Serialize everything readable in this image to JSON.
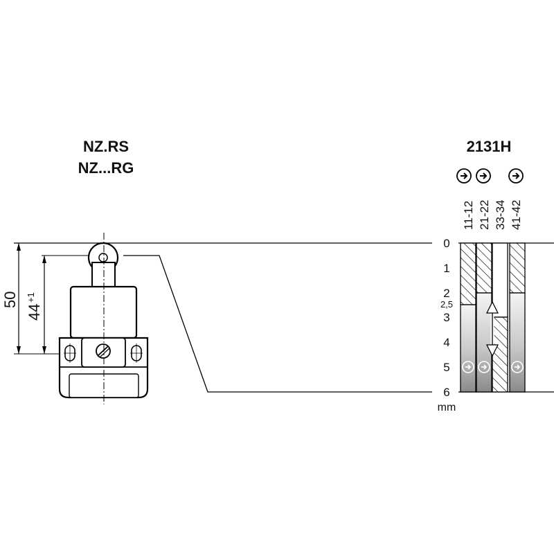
{
  "model": {
    "line1": "NZ.RS",
    "line2": "NZ...RG"
  },
  "dimensions": {
    "overall": "50",
    "actuator": "44",
    "actuator_tolerance": "+1"
  },
  "travel_diagram": {
    "code": "2131H",
    "contacts": [
      "11-12",
      "21-22",
      "33-34",
      "41-42"
    ],
    "scale_ticks": [
      "0",
      "1",
      "2",
      "2,5",
      "3",
      "4",
      "5",
      "6"
    ],
    "unit": "mm",
    "colors": {
      "hatch": "#000000",
      "gradient_light": "#f4f4f4",
      "gradient_dark": "#8a8a8a"
    },
    "icons": [
      "positive-opening-arrow-icon",
      "positive-opening-arrow-icon",
      "positive-opening-arrow-icon"
    ]
  }
}
